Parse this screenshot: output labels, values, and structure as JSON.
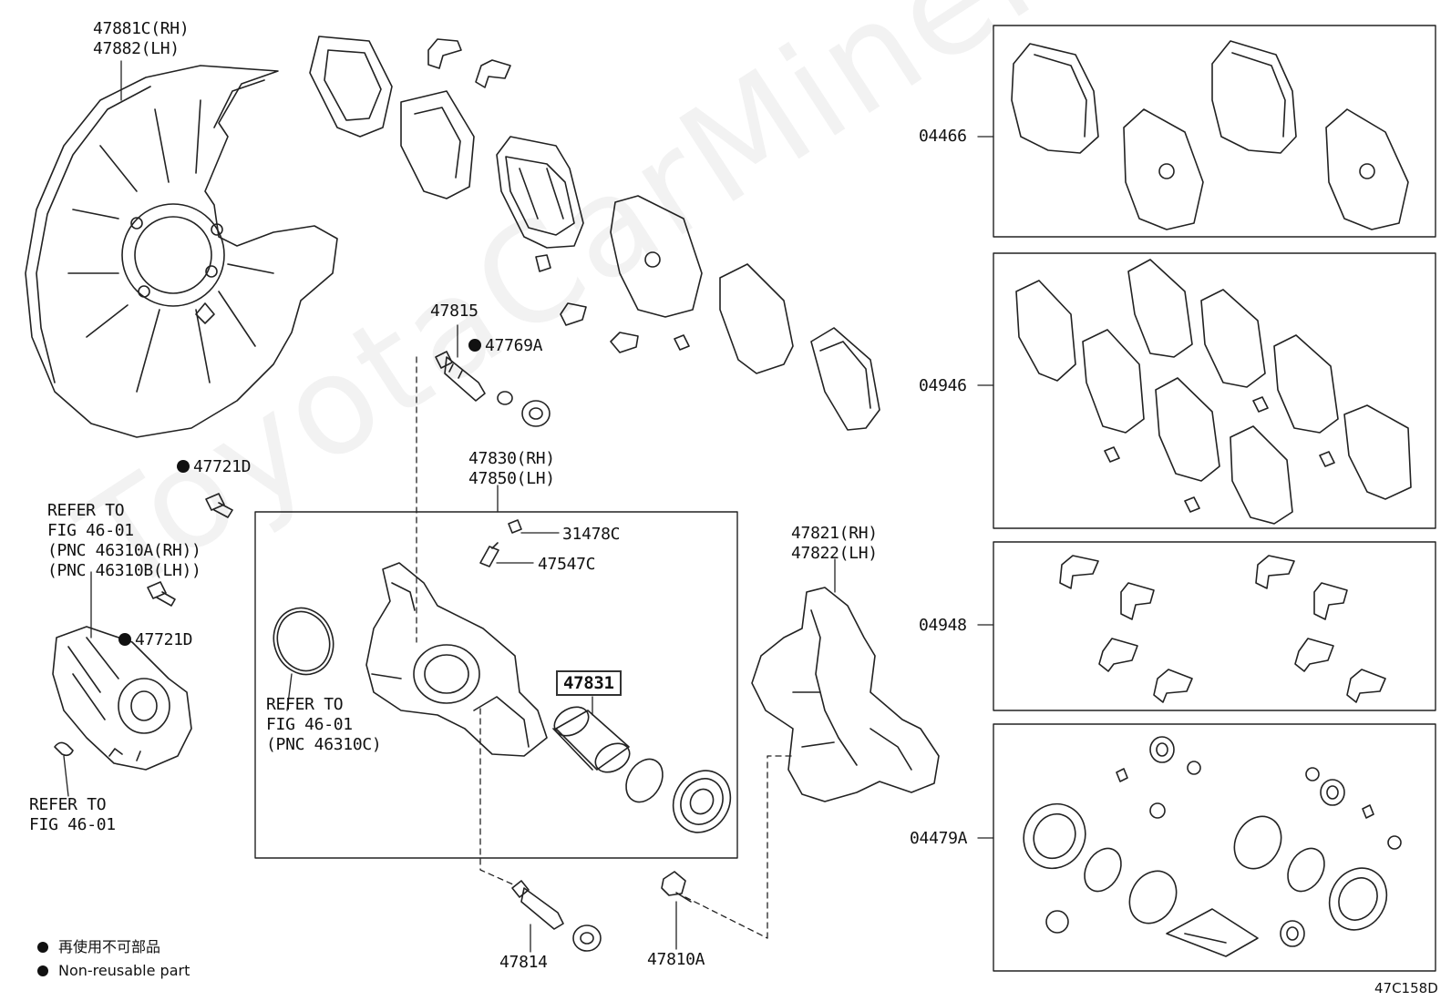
{
  "watermark": "ToyotaCarMiner.ru",
  "figure_code": "47C158D",
  "legend": {
    "line_ja": "再使用不可部品",
    "line_en": "Non-reusable part"
  },
  "labels": {
    "shield": [
      "47881C(RH)",
      "47882(LH)"
    ],
    "p47815": "47815",
    "p47769A": "47769A",
    "p47721D_top": "47721D",
    "refer_motor": [
      "REFER TO",
      "FIG 46-01",
      "(PNC 46310A(RH))",
      "(PNC 46310B(LH))"
    ],
    "p47721D_mid": "47721D",
    "refer_bottom": [
      "REFER TO",
      "FIG 46-01"
    ],
    "caliper": [
      "47830(RH)",
      "47850(LH)"
    ],
    "p31478C": "31478C",
    "p47547C": "47547C",
    "refer_inner": [
      "REFER TO",
      "FIG 46-01",
      "(PNC 46310C)"
    ],
    "p47831": "47831",
    "mount": [
      "47821(RH)",
      "47822(LH)"
    ],
    "p47814": "47814",
    "p47810A": "47810A",
    "kit_04466": "04466",
    "kit_04946": "04946",
    "kit_04948": "04948",
    "kit_04479A": "04479A"
  }
}
